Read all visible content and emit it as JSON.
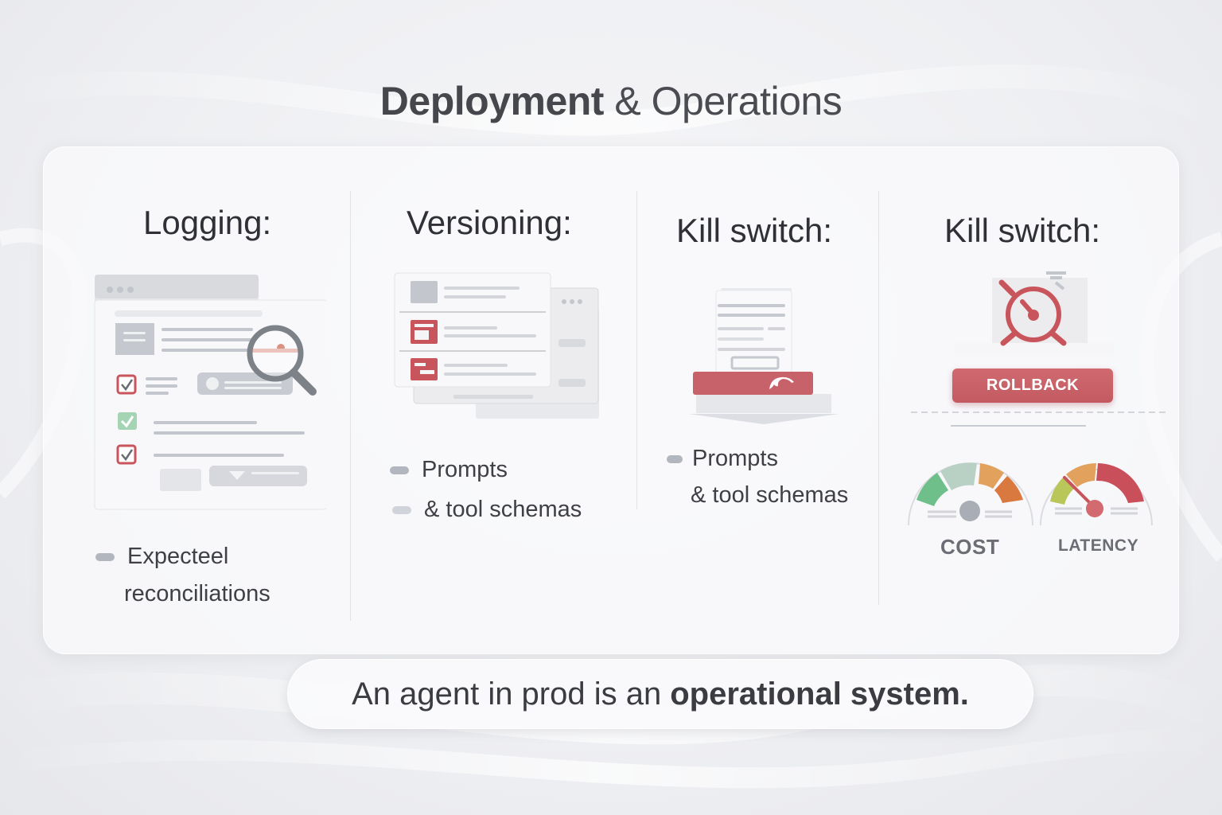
{
  "title": {
    "bold": "Deployment",
    "rest": "& Operations"
  },
  "columns": [
    {
      "title": "Logging:",
      "illustration": "log-window-with-magnifier",
      "bullets": [
        {
          "line1": "Expecteel",
          "line2": "reconciliations"
        }
      ]
    },
    {
      "title": "Versioning:",
      "illustration": "stacked-version-cards",
      "bullets": [
        {
          "text": "Prompts"
        },
        {
          "text": "& tool schemas"
        }
      ]
    },
    {
      "title": "Kill switch:",
      "illustration": "document-into-red-tray",
      "bullets": [
        {
          "line1": "Prompts",
          "line2": "& tool schemas"
        }
      ]
    },
    {
      "title": "Kill switch:",
      "illustration": "stopwatch-rollback-gauges",
      "button_label": "ROLLBACK",
      "gauges": [
        {
          "label": "COST",
          "needle": "center-knob"
        },
        {
          "label": "LATENCY",
          "needle": "pointing-left"
        }
      ]
    }
  ],
  "tagline": {
    "normal": "An agent in prod is an",
    "bold": "operational system."
  },
  "colors": {
    "accent_red": "#c95f66",
    "gauge_green": "#6fbf8a",
    "gauge_sage": "#b8d1c4",
    "gauge_orange": "#e3a15e",
    "gauge_dark_orange": "#d9783f",
    "gauge_yellow_green": "#b9c65a",
    "gauge_red": "#c9505a",
    "text_dark": "#2f3136",
    "bullet_gray": "#b2b6bf"
  }
}
